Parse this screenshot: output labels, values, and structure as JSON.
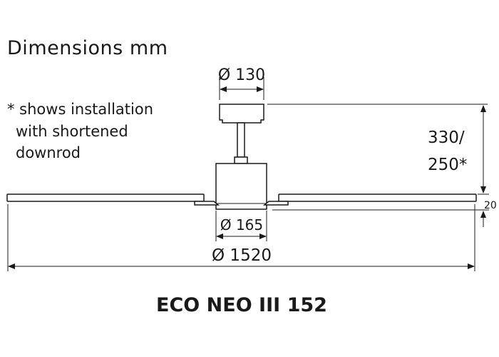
{
  "heading": "Dimensions mm",
  "footnote": [
    "* shows installation",
    "with shortened",
    "downrod"
  ],
  "dimensions": {
    "canopy_diameter": "Ø 130",
    "height_line1": "330/",
    "height_line2": "250*",
    "blade_thickness": "20",
    "motor_diameter": "Ø 165",
    "sweep_diameter": "Ø 1520"
  },
  "model": "ECO NEO III 152"
}
